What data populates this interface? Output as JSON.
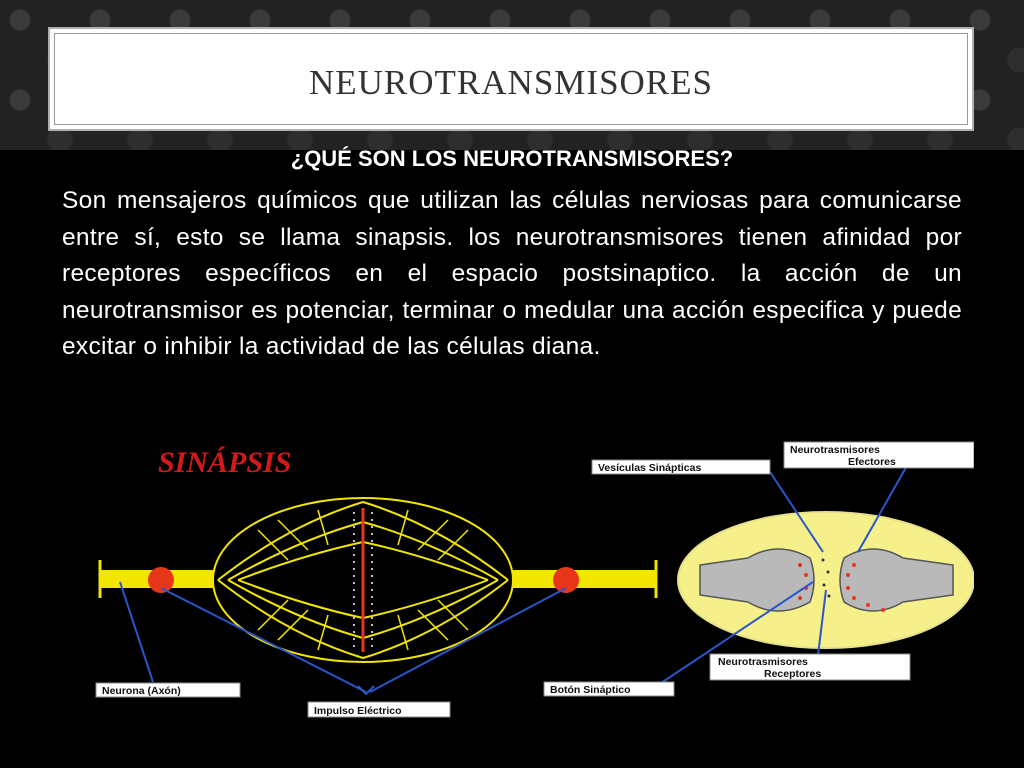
{
  "slide": {
    "title": "NEUROTRANSMISORES",
    "question": "¿QUÉ SON LOS NEUROTRANSMISORES?",
    "body": "Son mensajeros químicos que utilizan las células nerviosas para comunicarse entre sí, esto se llama sinapsis. los neurotransmisores tienen afinidad por receptores específicos en el espacio postsinaptico. la acción de un neurotransmisor es potenciar, terminar o medular una acción especifica y puede excitar o inhibir la actividad de las células diana."
  },
  "diagram": {
    "title": "SINÁPSIS",
    "labels": {
      "axon": "Neurona (Axón)",
      "impulse": "Impulso Eléctrico",
      "vesicles": "Vesículas Sinápticas",
      "effectors_line1": "Neurotrasmisores",
      "effectors_line2": "Efectores",
      "button": "Botón Sináptico",
      "receptors_line1": "Neurotrasmisores",
      "receptors_line2": "Receptores"
    },
    "colors": {
      "axon": "#f2e600",
      "arrow": "#2b56c9",
      "title": "#d11a1a",
      "nucleus": "#e8361a",
      "oval": "#f6f08a",
      "terminal": "#b9b9b9"
    }
  }
}
